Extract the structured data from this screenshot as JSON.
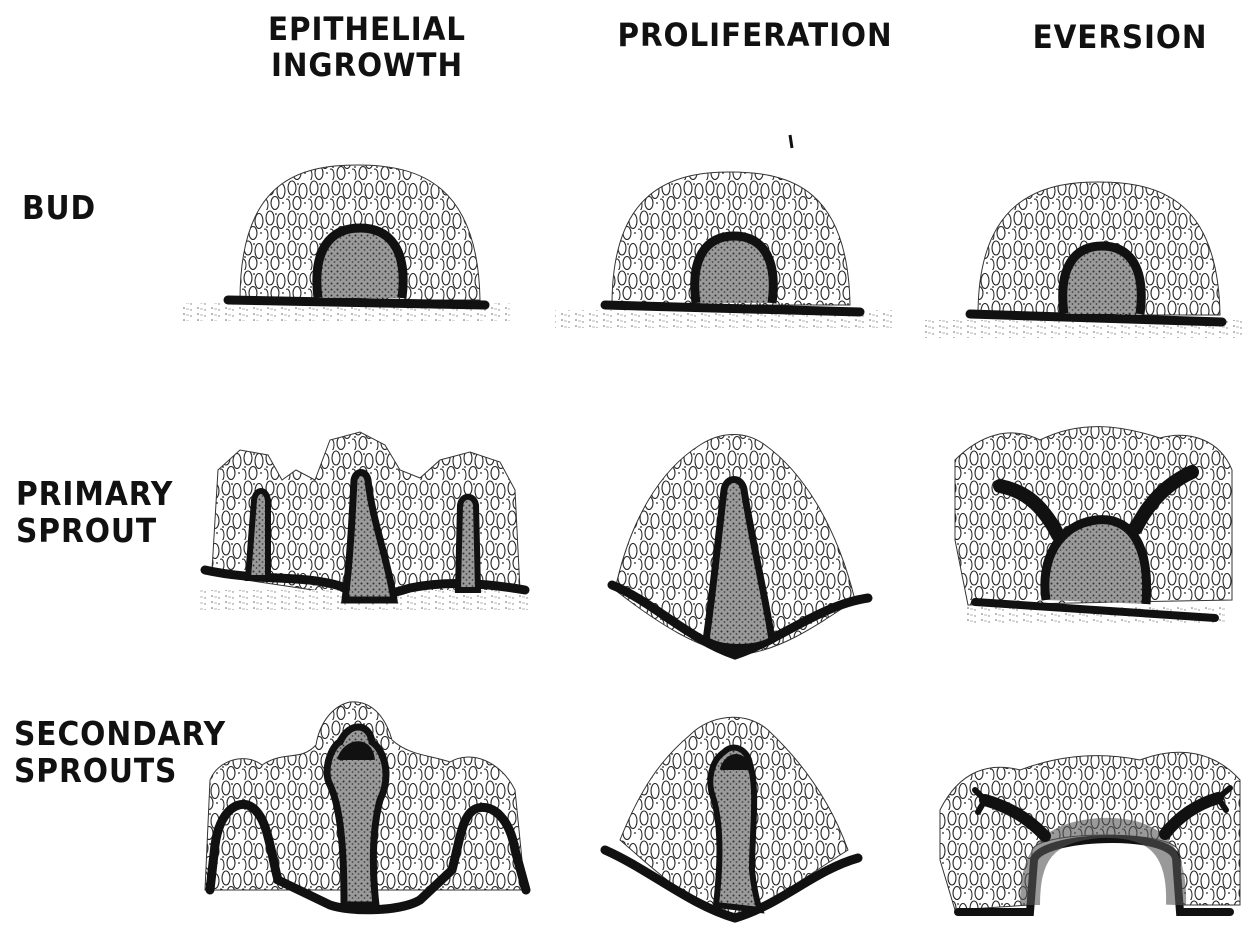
{
  "columns": [
    {
      "line1": "EPITHELIAL",
      "line2": "INGROWTH"
    },
    {
      "line1": "PROLIFERATION",
      "line2": ""
    },
    {
      "line1": "EVERSION",
      "line2": ""
    }
  ],
  "rows": [
    {
      "line1": "BUD",
      "line2": ""
    },
    {
      "line1": "PRIMARY",
      "line2": "SPROUT"
    },
    {
      "line1": "SECONDARY",
      "line2": "SPROUTS"
    }
  ],
  "colors": {
    "ink": "#111111",
    "paper": "#ffffff",
    "stipple": "#555555"
  }
}
